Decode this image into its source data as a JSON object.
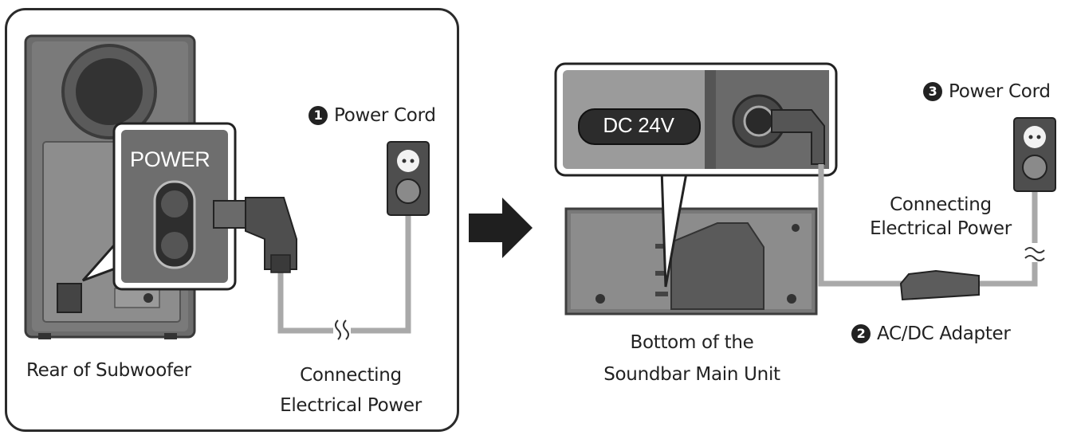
{
  "left_panel": {
    "badge": "POWER",
    "step1_number": "1",
    "step1_label": "Power Cord",
    "subwoofer_label": "Rear of Subwoofer",
    "connect_line1": "Connecting",
    "connect_line2": "Electrical Power"
  },
  "right_panel": {
    "dc_badge": "DC 24V",
    "step3_number": "3",
    "step3_label": "Power Cord",
    "connect_line1": "Connecting",
    "connect_line2": "Electrical Power",
    "step2_number": "2",
    "step2_label": "AC/DC Adapter",
    "soundbar_line1": "Bottom of the",
    "soundbar_line2": "Soundbar Main Unit"
  },
  "colors": {
    "panel_border": "#2b2b2b",
    "device_dark": "#4a4a4a",
    "device_mid": "#8a8a8a",
    "cable": "#a9a9a9",
    "arrow": "#1f1f1f"
  }
}
